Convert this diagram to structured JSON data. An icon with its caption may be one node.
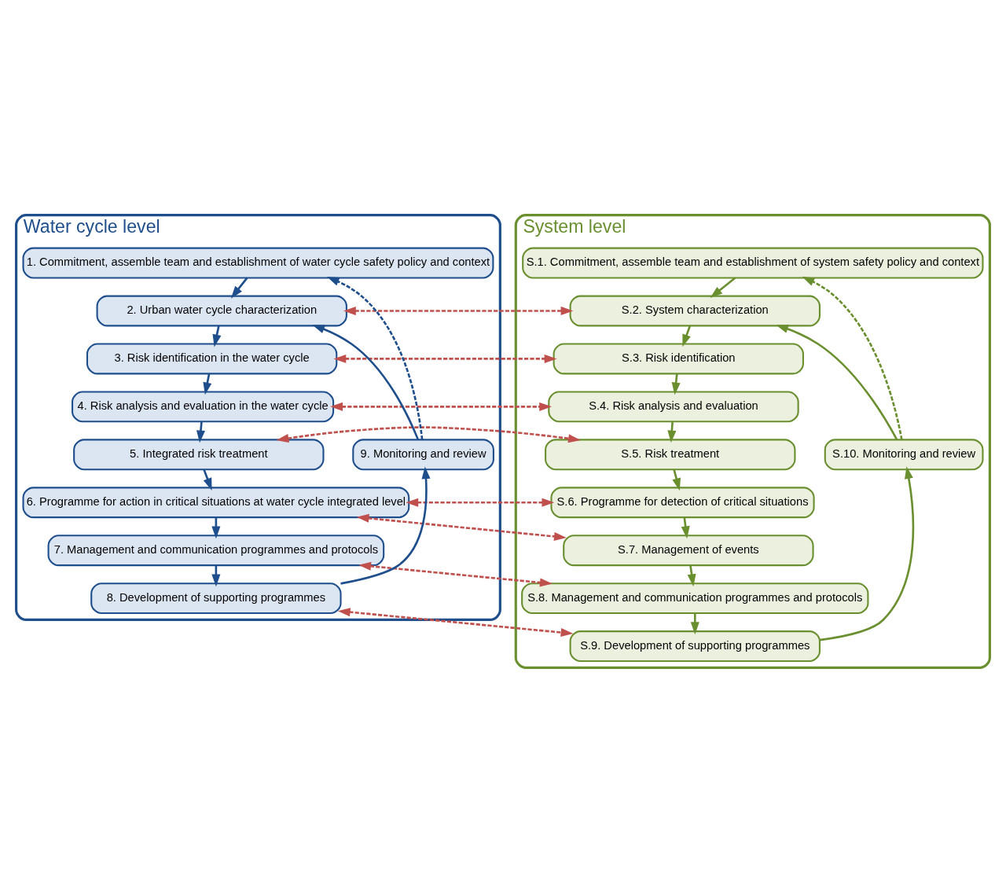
{
  "diagram": {
    "nodes": [
      {
        "text": [
          "Water cycle level"
        ]
      },
      {
        "text": [
          "1. Commitment, assemble team and establishment of water cycle safety policy and context"
        ],
        "in": 0
      },
      {
        "text": [
          "2. Urban water cycle characterization"
        ],
        "in": 0
      },
      {
        "text": [
          "3. Risk identification in the water cycle"
        ],
        "in": 0
      },
      {
        "text": [
          "4. Risk analysis and evaluation in the water cycle"
        ],
        "in": 0
      },
      {
        "text": [
          "5. Integrated risk treatment"
        ],
        "in": 0
      },
      {
        "text": [
          "6. Programme for action in critical situations at water cycle integrated level"
        ],
        "in": 0
      },
      {
        "text": [
          "7. Management and communication programmes and protocols"
        ],
        "in": 0
      },
      {
        "text": [
          "8. Development of supporting programmes"
        ],
        "in": 0
      },
      {
        "text": [
          "9. Monitoring and review"
        ],
        "in": 0
      },
      {
        "text": [
          "System level"
        ]
      },
      {
        "text": [
          "S.1. Commitment, assemble team and establishment of system safety policy and context"
        ],
        "in": 10
      },
      {
        "text": [
          "S.2. System characterization"
        ],
        "in": 10
      },
      {
        "text": [
          "S.3. Risk identification"
        ],
        "in": 10
      },
      {
        "text": [
          "S.4. Risk analysis and evaluation"
        ],
        "in": 10
      },
      {
        "text": [
          "S.5. Risk treatment"
        ],
        "in": 10
      },
      {
        "text": [
          "S.6. Programme for detection of critical situations"
        ],
        "in": 10
      },
      {
        "text": [
          "S.7. Management of events"
        ],
        "in": 10
      },
      {
        "text": [
          "S.8. Management and communication programmes and protocols"
        ],
        "in": 10
      },
      {
        "text": [
          "S.9. Development of supporting programmes"
        ],
        "in": 10
      },
      {
        "text": [
          "S.10. Monitoring and review"
        ],
        "in": 10
      }
    ],
    "edges": [
      {
        "from": 1,
        "to": 2,
        "arrow": "to",
        "color": "#1f4e8c"
      },
      {
        "from": 2,
        "to": 3,
        "arrow": "to",
        "color": "#1f4e8c"
      },
      {
        "from": 3,
        "to": 4,
        "arrow": "to",
        "color": "#1f4e8c"
      },
      {
        "from": 4,
        "to": 5,
        "arrow": "to",
        "color": "#1f4e8c"
      },
      {
        "from": 5,
        "to": 6,
        "arrow": "to",
        "color": "#1f4e8c"
      },
      {
        "from": 6,
        "to": 7,
        "arrow": "to",
        "color": "#1f4e8c"
      },
      {
        "from": 7,
        "to": 8,
        "arrow": "to",
        "color": "#1f4e8c"
      },
      {
        "from": 8,
        "to": 9,
        "arrow": "to",
        "color": "#1f4e8c"
      },
      {
        "from": 9,
        "to": 2,
        "arrow": "to",
        "color": "#1f4e8c"
      },
      {
        "from": 9,
        "to": 1,
        "arrow": "to",
        "style": "dashed",
        "color": "#1f4e8c"
      },
      {
        "from": 11,
        "to": 12,
        "arrow": "to",
        "color": "#6a8f2f"
      },
      {
        "from": 12,
        "to": 13,
        "arrow": "to",
        "color": "#6a8f2f"
      },
      {
        "from": 13,
        "to": 14,
        "arrow": "to",
        "color": "#6a8f2f"
      },
      {
        "from": 14,
        "to": 15,
        "arrow": "to",
        "color": "#6a8f2f"
      },
      {
        "from": 15,
        "to": 16,
        "arrow": "to",
        "color": "#6a8f2f"
      },
      {
        "from": 16,
        "to": 17,
        "arrow": "to",
        "color": "#6a8f2f"
      },
      {
        "from": 17,
        "to": 18,
        "arrow": "to",
        "color": "#6a8f2f"
      },
      {
        "from": 18,
        "to": 19,
        "arrow": "to",
        "color": "#6a8f2f"
      },
      {
        "from": 19,
        "to": 20,
        "arrow": "to",
        "color": "#6a8f2f"
      },
      {
        "from": 20,
        "to": 12,
        "arrow": "to",
        "color": "#6a8f2f"
      },
      {
        "from": 20,
        "to": 11,
        "arrow": "to",
        "style": "dashed",
        "color": "#6a8f2f"
      },
      {
        "from": 2,
        "to": 12,
        "arrow": "both",
        "style": "dashed",
        "color": "#c0504d"
      },
      {
        "from": 3,
        "to": 13,
        "arrow": "both",
        "style": "dashed",
        "color": "#c0504d"
      },
      {
        "from": 4,
        "to": 14,
        "arrow": "both",
        "style": "dashed",
        "color": "#c0504d"
      },
      {
        "from": 5,
        "to": 15,
        "arrow": "both",
        "style": "dashed",
        "color": "#c0504d"
      },
      {
        "from": 6,
        "to": 16,
        "arrow": "both",
        "style": "dashed",
        "color": "#c0504d"
      },
      {
        "from": 6,
        "to": 17,
        "arrow": "both",
        "style": "dashed",
        "color": "#c0504d"
      },
      {
        "from": 7,
        "to": 18,
        "arrow": "both",
        "style": "dashed",
        "color": "#c0504d"
      },
      {
        "from": 8,
        "to": 19,
        "arrow": "both",
        "style": "dashed",
        "color": "#c0504d"
      }
    ]
  }
}
